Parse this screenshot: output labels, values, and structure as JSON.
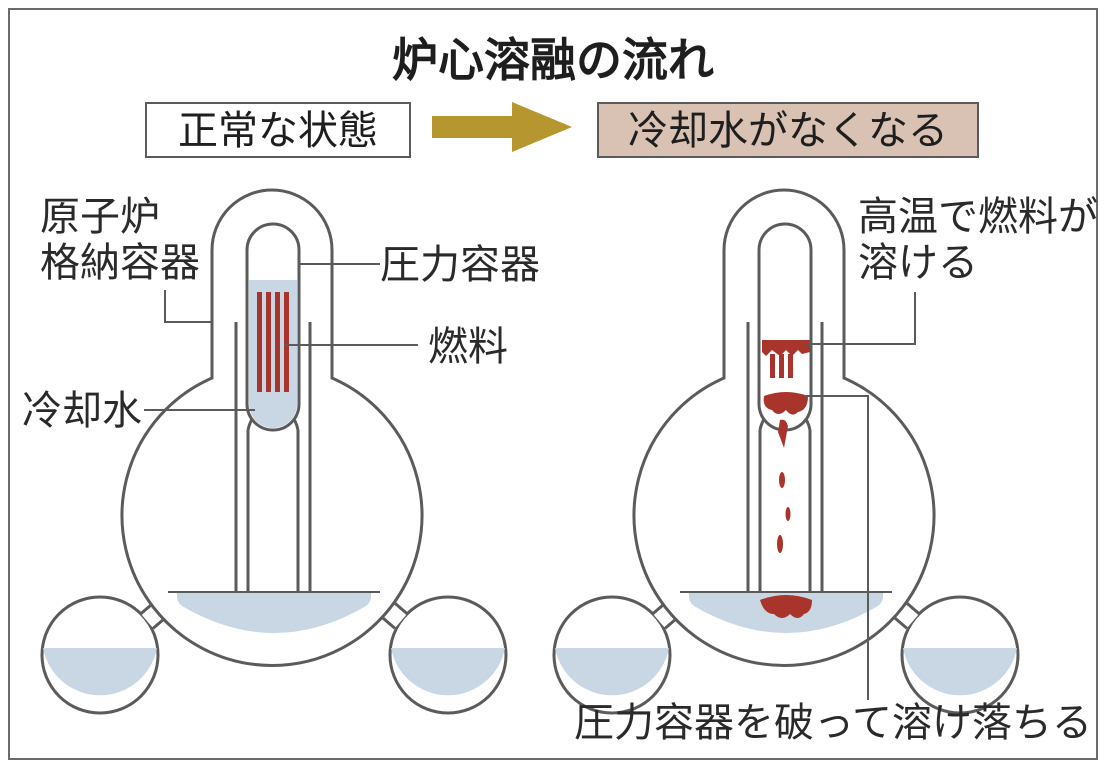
{
  "title": "炉心溶融の流れ",
  "stages": {
    "normal": "正常な状態",
    "loss": "冷却水がなくなる"
  },
  "labels": {
    "containment": [
      "原子炉",
      "格納容器"
    ],
    "pressure_vessel": "圧力容器",
    "fuel": "燃料",
    "coolant": "冷却水",
    "melt": [
      "高温で燃料が",
      "溶ける"
    ],
    "breach": "圧力容器を破って溶け落ちる"
  },
  "colors": {
    "water": "#c9d6e4",
    "fuel": "#a8342b",
    "arrow": "#b6962f",
    "highlight_box": "#d9c2b4",
    "outline": "#5b5b5b"
  }
}
